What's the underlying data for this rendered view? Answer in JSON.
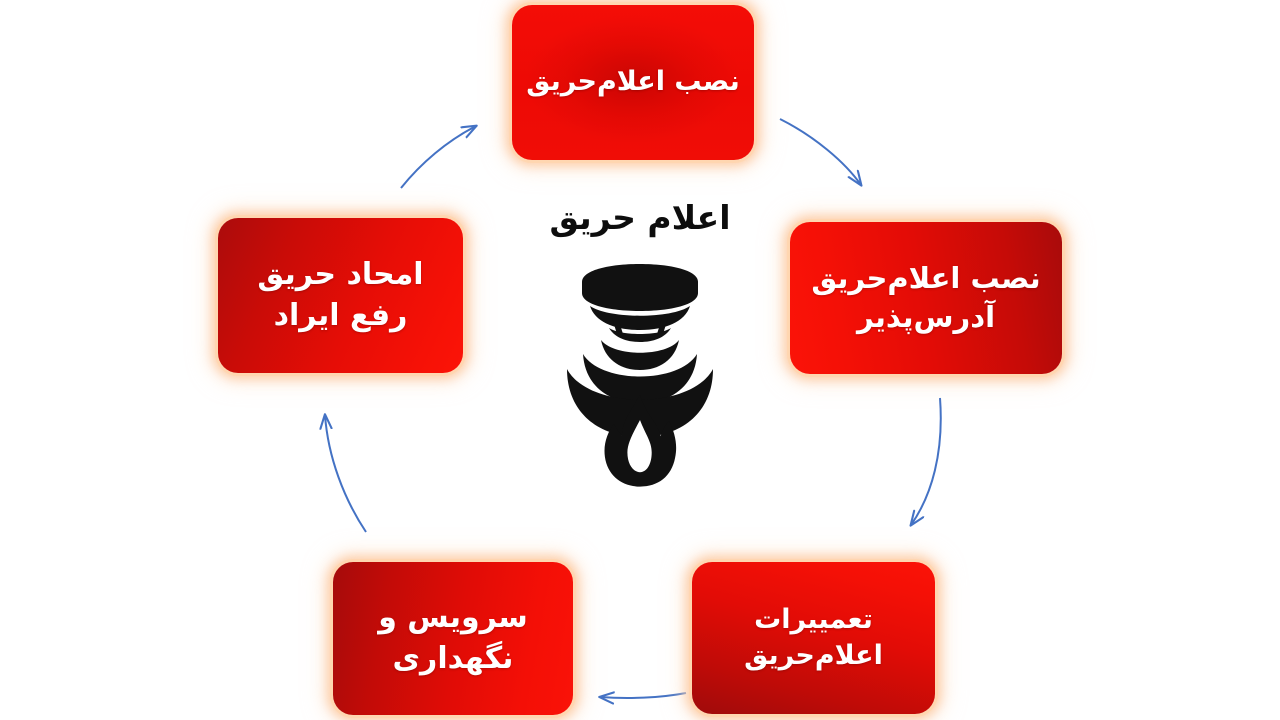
{
  "diagram": {
    "title": "اعلام حریق",
    "center_icon": "smoke-detector-flame-icon",
    "accent_color": "#ee0c06",
    "accent_dark_color": "#a50b0b",
    "glow_color": "#fcc69c",
    "arrow_color": "#4472c4",
    "text_color": "#ffffff",
    "title_color": "#0d0d0d",
    "background_color": "#ffffff"
  },
  "nodes": [
    {
      "id": "install-fire-alarm",
      "lines": [
        "نصب اعلام‌حریق"
      ],
      "position": "top"
    },
    {
      "id": "install-addressable-fire-alarm",
      "lines": [
        "نصب اعلام‌حریق",
        "آدرس‌پذیر"
      ],
      "position": "right"
    },
    {
      "id": "fire-alarm-repairs",
      "lines": [
        "تعمییرات",
        "اعلام‌حریق"
      ],
      "position": "bottom-right"
    },
    {
      "id": "service-and-maintenance",
      "lines": [
        "سرویس و",
        "نگهداری"
      ],
      "position": "bottom-left"
    },
    {
      "id": "fire-rescue-troubleshooting",
      "lines": [
        "امحاد حریق",
        "رفع ایراد"
      ],
      "position": "left"
    }
  ],
  "arrows": [
    {
      "id": "arrow-top-to-right",
      "from": "install-fire-alarm",
      "to": "install-addressable-fire-alarm"
    },
    {
      "id": "arrow-right-to-bottom-right",
      "from": "install-addressable-fire-alarm",
      "to": "fire-alarm-repairs"
    },
    {
      "id": "arrow-bottom-right-to-bottom-left",
      "from": "fire-alarm-repairs",
      "to": "service-and-maintenance"
    },
    {
      "id": "arrow-bottom-left-to-left",
      "from": "service-and-maintenance",
      "to": "fire-rescue-troubleshooting"
    },
    {
      "id": "arrow-left-to-top",
      "from": "fire-rescue-troubleshooting",
      "to": "install-fire-alarm"
    }
  ]
}
